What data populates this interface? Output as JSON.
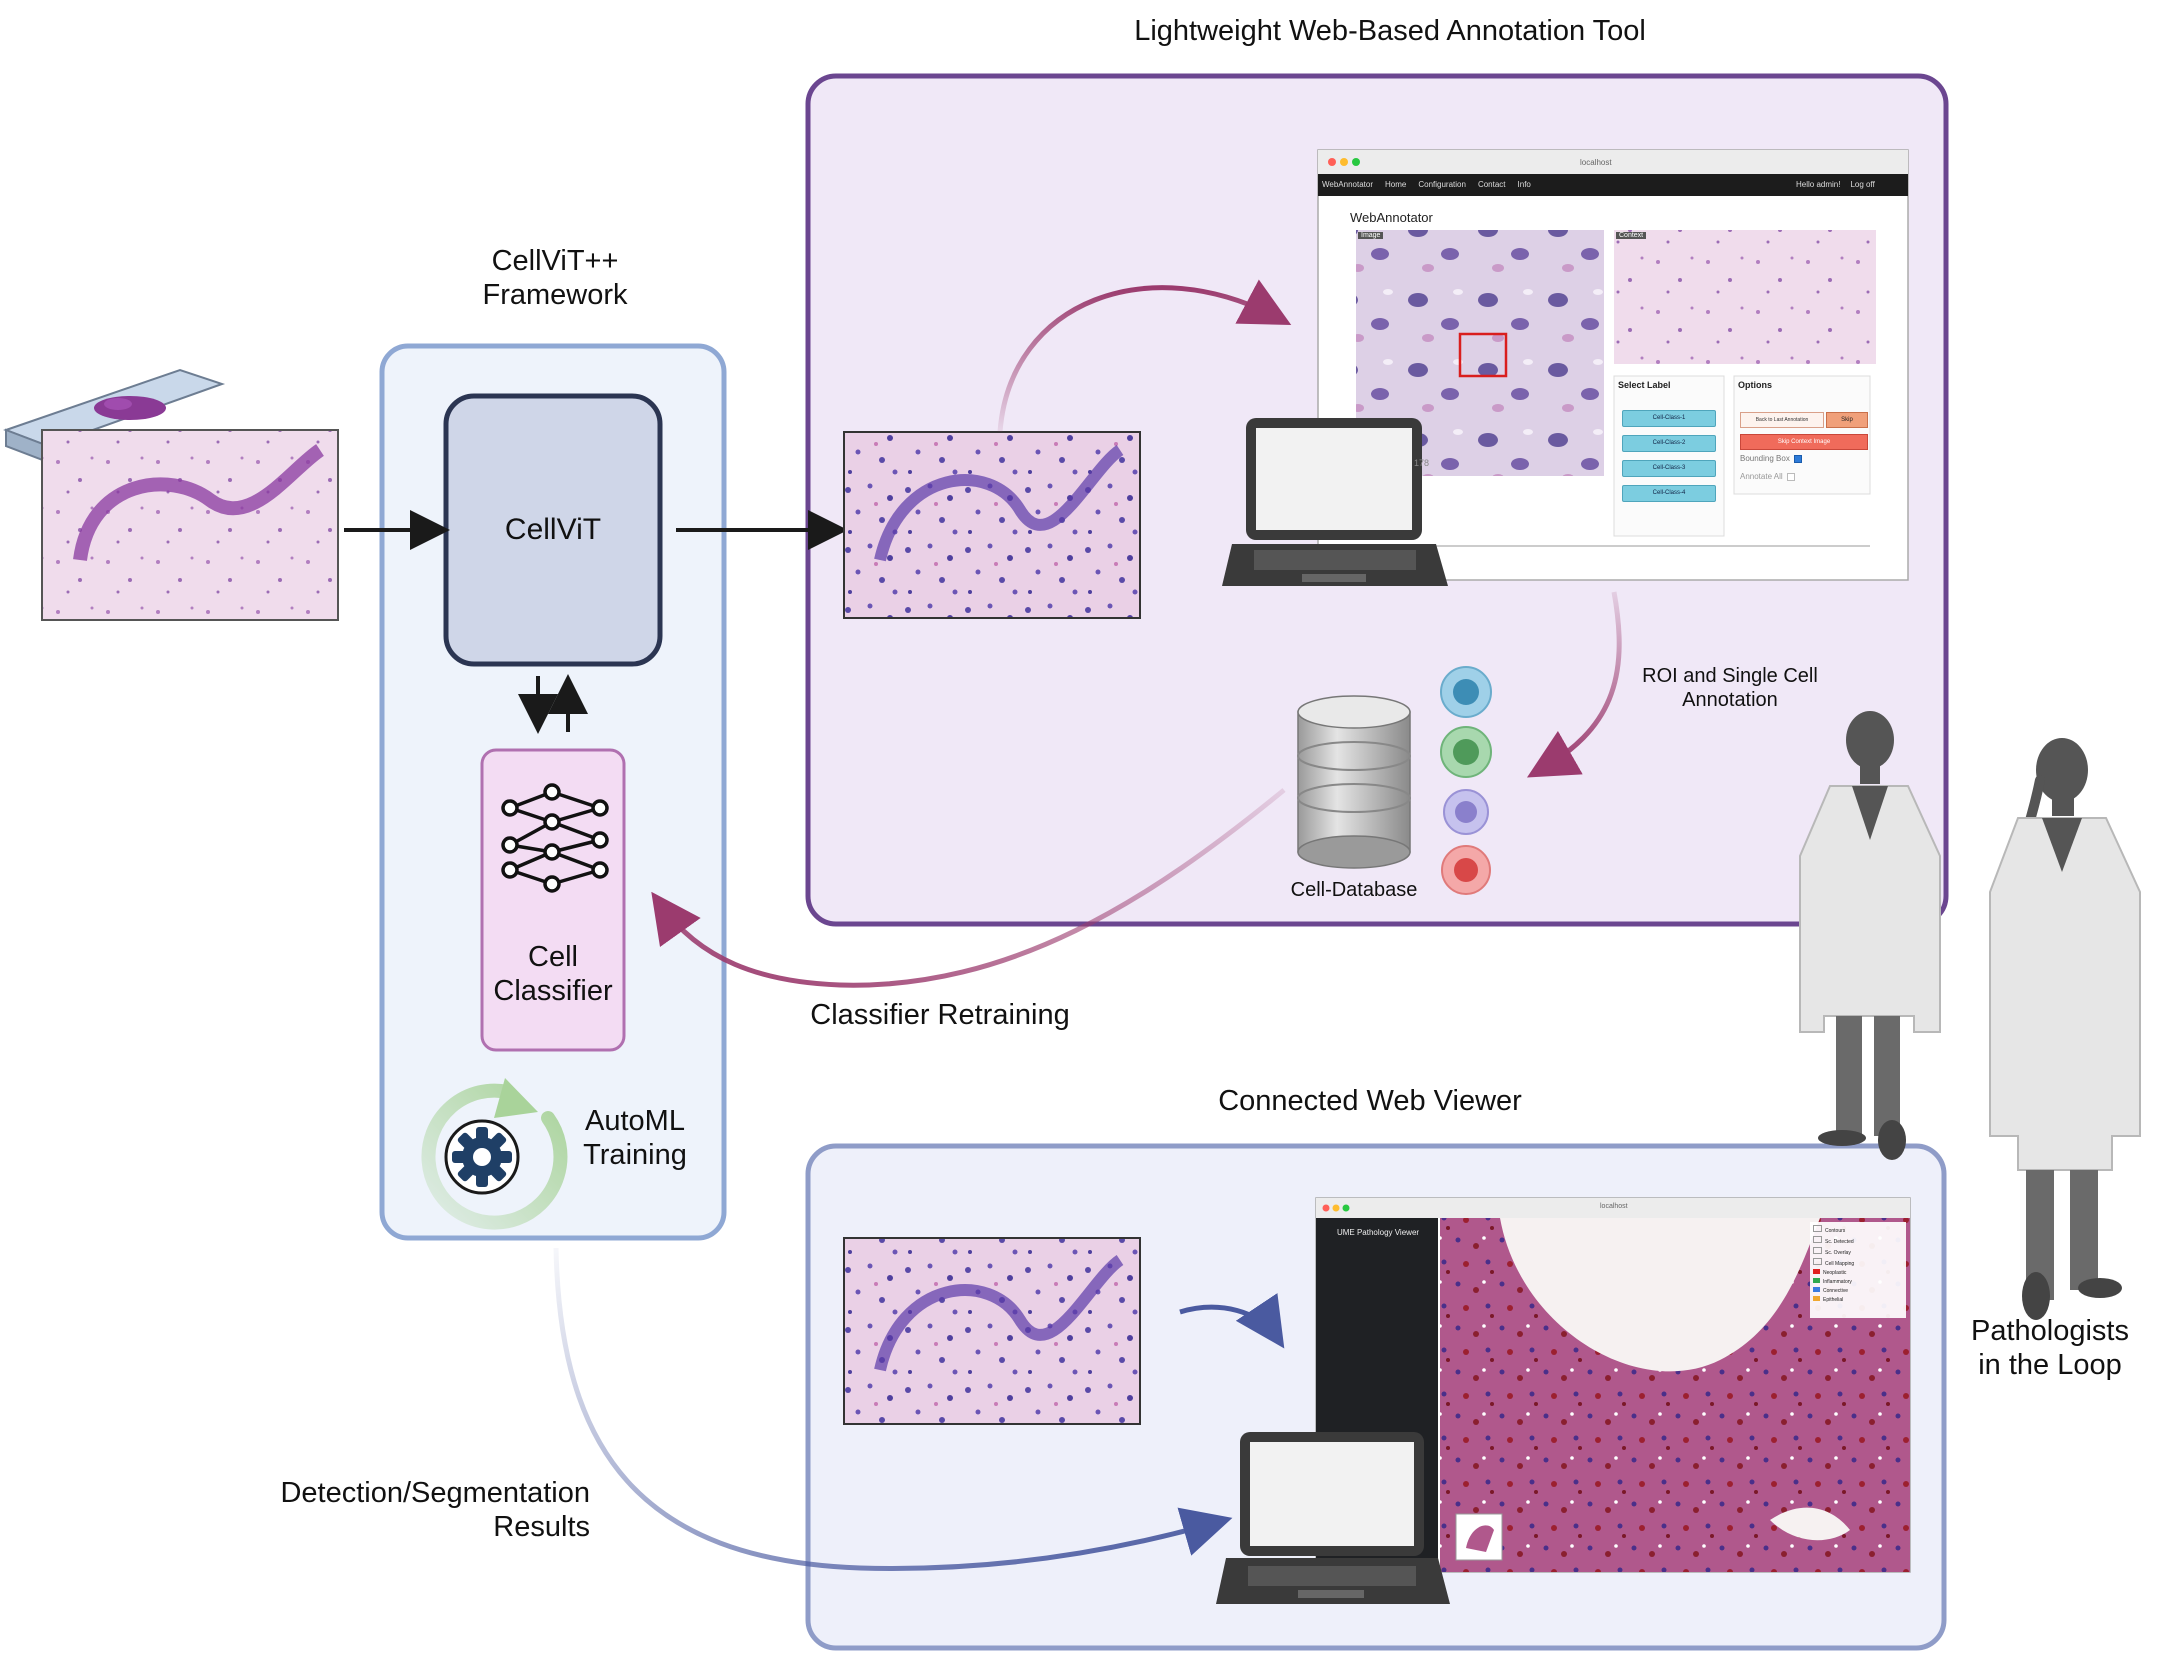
{
  "annotation_tool": {
    "title": "Lightweight Web-Based Annotation Tool",
    "app_name": "WebAnnotator",
    "nav": [
      "WebAnnotator",
      "Home",
      "Configuration",
      "Contact",
      "Info"
    ],
    "user_greeting": "Hello admin!",
    "logout": "Log off",
    "address": "localhost",
    "panel_tag_left": "Image",
    "panel_tag_right": "Context",
    "select_label_heading": "Select Label",
    "labels": [
      "Cell-Class-1",
      "Cell-Class-2",
      "Cell-Class-3",
      "Cell-Class-4"
    ],
    "options_heading": "Options",
    "back_button": "Back to Last Annotation",
    "skip_button": "Skip",
    "skip_context_button": "Skip Context Image",
    "bounding_box_label": "Bounding Box",
    "annotate_all_label": "Annotate All",
    "counter": "178"
  },
  "framework": {
    "title": "CellViT++\nFramework",
    "model": "CellViT",
    "classifier": "Cell\nClassifier",
    "automl": "AutoML\nTraining"
  },
  "flows": {
    "roi": "ROI and Single Cell\nAnnotation",
    "database": "Cell-Database",
    "retraining": "Classifier Retraining",
    "results": "Detection/Segmentation\nResults"
  },
  "viewer": {
    "title": "Connected Web Viewer",
    "app_name": "UME Pathology Viewer",
    "address": "localhost",
    "legend": [
      "Contours",
      "Sc. Detected",
      "Sc. Overlay",
      "Cell Mapping",
      "Neoplastic",
      "Inflammatory",
      "Connective",
      "Epithelial"
    ],
    "legend_colors": [
      "#ffffff",
      "#ffffff",
      "#ffffff",
      "#ffffff",
      "#e02020",
      "#2fa84f",
      "#3a7be0",
      "#f0a830"
    ]
  },
  "pathologists": {
    "label": "Pathologists\nin the Loop"
  },
  "colors": {
    "annotation_border": "#6b4690",
    "annotation_fill": "#f0e8f7",
    "framework_border": "#8fa8d4",
    "framework_fill": "#eef3fb",
    "viewer_border": "#8f9cc8",
    "viewer_fill": "#eef0fa",
    "arrow_magenta": "#9b3b6e",
    "arrow_blue": "#4a5aa0",
    "classifier_fill": "#f3dcf3",
    "classifier_border": "#b070b0",
    "cellvit_fill": "#cfd6e8",
    "cellvit_border": "#2b3552"
  }
}
